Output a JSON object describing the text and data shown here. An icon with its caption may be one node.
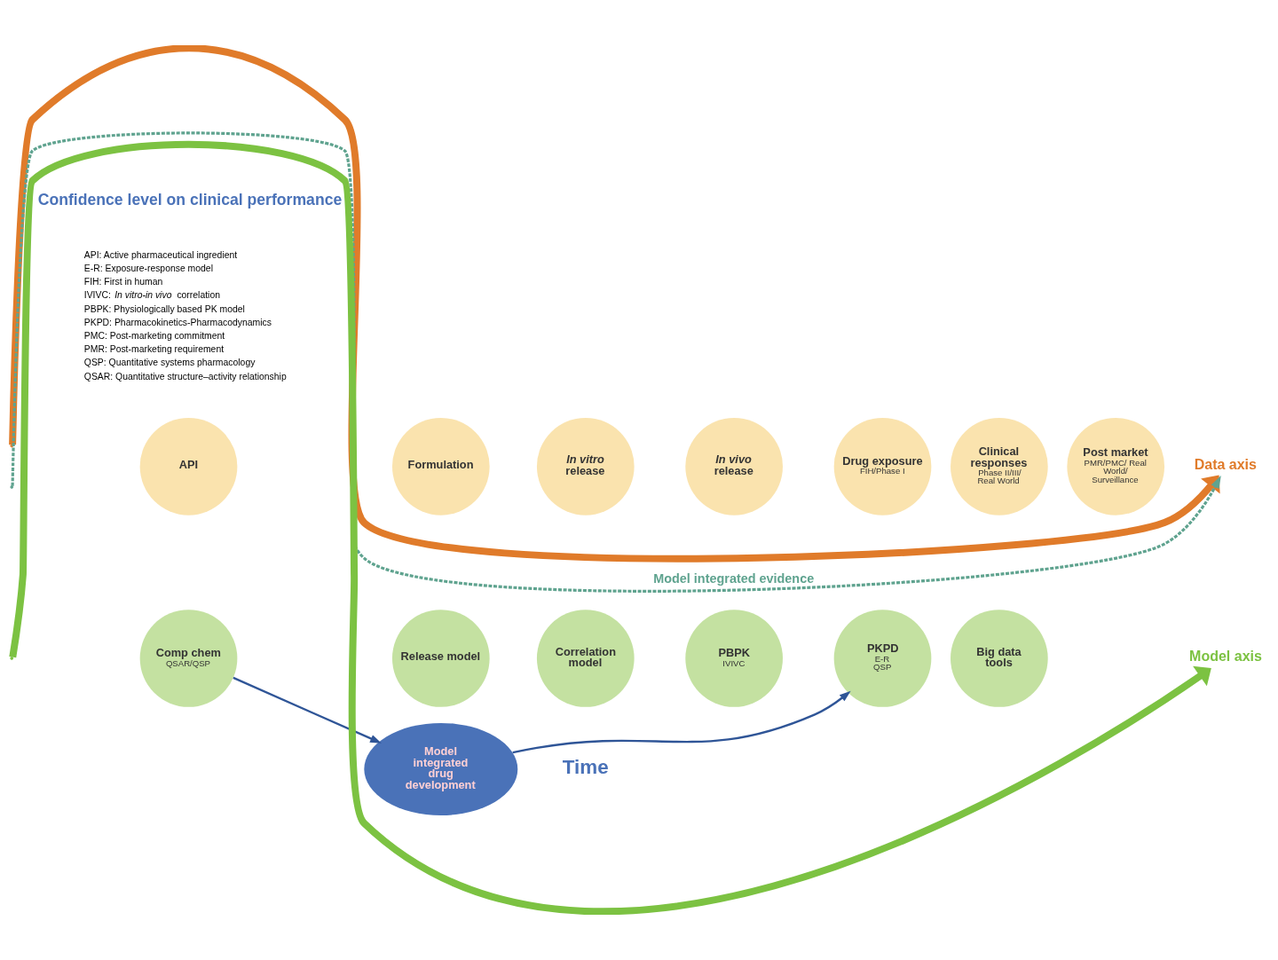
{
  "diagram": {
    "nodes": [
      {
        "text": [
          "API"
        ]
      },
      {
        "text": [
          "Formulation"
        ]
      },
      {
        "text": [
          "*In vitro* release"
        ]
      },
      {
        "text": [
          "*In vivo* release"
        ]
      },
      {
        "text": [
          "Drug exposure",
          "FIH/Phase I"
        ]
      },
      {
        "text": [
          "Clinical responses",
          "Phase II/III/ Real World"
        ]
      },
      {
        "text": [
          "Post market",
          "PMR/PMC/ Real World/ Surveillance"
        ]
      },
      {
        "text": [
          "Comp chem",
          "QSAR/QSP"
        ]
      },
      {
        "text": [
          "Release model"
        ]
      },
      {
        "text": [
          "Correlation model"
        ]
      },
      {
        "text": [
          "PBPK",
          "IVIVC"
        ]
      },
      {
        "text": [
          "PKPD",
          "E-R",
          "QSP"
        ]
      },
      {
        "text": [
          "Big data tools"
        ]
      },
      {
        "text": [
          "Model integrated drug development"
        ]
      },
      {
        "text": [
          "Data axis"
        ]
      },
      {
        "text": [
          "Model axis"
        ]
      }
    ],
    "edges": [
      {
        "from": null,
        "to": 14,
        "arrow": "to",
        "style": "thick",
        "color": "#e07b2a"
      },
      {
        "from": null,
        "to": 15,
        "arrow": "to",
        "style": "thick",
        "color": "#7cc242"
      },
      {
        "from": null,
        "to": 14,
        "arrow": "to",
        "style": "dashed",
        "color": "#5fa38f",
        "label": "Model integrated evidence"
      },
      {
        "from": 7,
        "to": 13,
        "arrow": "to"
      },
      {
        "from": 13,
        "to": 11,
        "arrow": "to"
      }
    ],
    "labels": [
      "API: Active pharmaceutical ingredient",
      "E-R: Exposure-response model",
      "FIH: First in human",
      "IVIVC: *In vitro-in vivo* correlation",
      "PBPK: Physiologically based PK model",
      "PKPD: Pharmacokinetics-Pharmacodynamics",
      "PMC: Post-marketing commitment",
      "PMR: Post-marketing requirement",
      "QSP: Quantitative systems pharmacology",
      "QSAR: Quantitative structure–activity relationship",
      "Confidence level on clinical performance",
      "Time"
    ]
  }
}
